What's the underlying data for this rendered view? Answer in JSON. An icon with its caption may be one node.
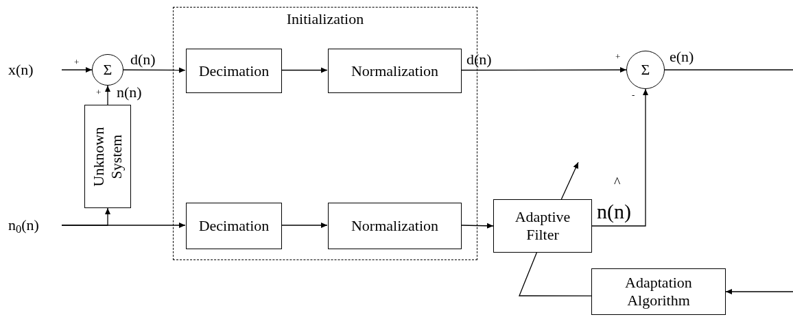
{
  "diagram": {
    "nodes": [
      {
        "text": [
          "Initialization"
        ]
      },
      {
        "text": [
          "x(n)"
        ]
      },
      {
        "text": [
          "Σ"
        ]
      },
      {
        "text": [
          "Decimation"
        ],
        "in": 0
      },
      {
        "text": [
          "Normalization"
        ],
        "in": 0
      },
      {
        "text": [
          "Σ"
        ]
      },
      {
        "text": [
          "Unknown System"
        ]
      },
      {
        "text": [
          "n$_{0}$(n)"
        ]
      },
      {
        "text": [
          "Decimation"
        ],
        "in": 0
      },
      {
        "text": [
          "Normalization"
        ],
        "in": 0
      },
      {
        "text": [
          "Adaptive Filter"
        ]
      },
      {
        "text": [
          "Adaptation Algorithm"
        ]
      }
    ],
    "edges": [
      {
        "from": 1,
        "to": 2,
        "arrow": "to"
      },
      {
        "from": 2,
        "to": 3,
        "arrow": "to",
        "label": "d(n)"
      },
      {
        "from": 3,
        "to": 4,
        "arrow": "to"
      },
      {
        "from": 4,
        "to": 5,
        "arrow": "to",
        "label": "d(n)"
      },
      {
        "from": 6,
        "to": 2,
        "arrow": "to",
        "label": "n(n)"
      },
      {
        "from": 7,
        "to": 8,
        "arrow": "to"
      },
      {
        "from": 7,
        "to": 6,
        "arrow": "to"
      },
      {
        "from": 8,
        "to": 9,
        "arrow": "to"
      },
      {
        "from": 9,
        "to": 10,
        "arrow": "to"
      },
      {
        "from": 10,
        "to": 5,
        "arrow": "to",
        "label": "n(n)"
      },
      {
        "from": 5,
        "to": null,
        "arrow": "none",
        "label": "e(n)"
      },
      {
        "from": null,
        "to": 11,
        "arrow": "to"
      },
      {
        "from": 11,
        "to": 10,
        "arrow": "none"
      },
      {
        "from": 10,
        "to": null,
        "arrow": "to"
      }
    ],
    "labels": [
      "+",
      "+",
      "+",
      "-",
      "^"
    ]
  }
}
